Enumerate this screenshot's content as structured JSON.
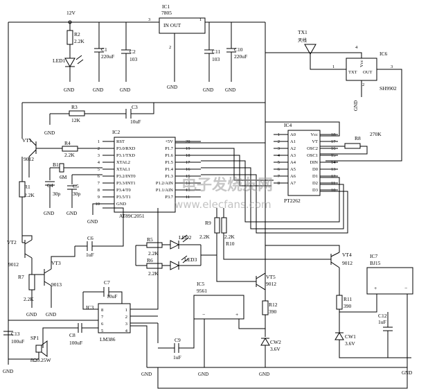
{
  "supply": {
    "v12": "12V"
  },
  "ic1": {
    "ref": "IC1",
    "part": "7805",
    "pins": "IN OUT",
    "pin_in": "3",
    "pin_out": "1",
    "pin_gnd": "2"
  },
  "caps_top": {
    "c1_ref": "C1",
    "c1_val": "220uF",
    "c2_ref": "C2",
    "c2_val": "103",
    "c11_ref": "C11",
    "c11_val": "103",
    "c10_ref": "C10",
    "c10_val": "220uF"
  },
  "r2": {
    "ref": "R2",
    "val": "2.2K"
  },
  "led1": {
    "ref": "LED1"
  },
  "gnd": "GND",
  "tx1": {
    "ref": "TX1",
    "label": "天线"
  },
  "ic6": {
    "ref": "IC6",
    "part": "SH9902",
    "vcc": "Vcc",
    "txt": "TXT",
    "out": "OUT",
    "pin1": "1",
    "pin2": "2",
    "pin3": "3",
    "pin4": "4"
  },
  "r3": {
    "ref": "R3",
    "val": "12K"
  },
  "c3": {
    "ref": "C3",
    "val": "10uF"
  },
  "ic4": {
    "ref": "IC4",
    "part": "PT2262",
    "left_pins": [
      "A0",
      "A1",
      "A2",
      "A3",
      "A4",
      "A5",
      "A6",
      "A7"
    ],
    "right_pins": [
      "Vcc",
      "VT",
      "OSC2",
      "OSC1",
      "DIN",
      "D0",
      "D1",
      "D2",
      "D3"
    ],
    "left_nums": [
      "1",
      "2",
      "3",
      "4",
      "5",
      "6",
      "7",
      "8"
    ],
    "right_nums": [
      "18",
      "17",
      "16",
      "15",
      "14",
      "13",
      "12",
      "11",
      "10"
    ]
  },
  "r8": {
    "ref": "R8",
    "val": "270K"
  },
  "vt1": {
    "ref": "VT1",
    "part": "9012"
  },
  "r4": {
    "ref": "R4",
    "val": "2.2K"
  },
  "ic2": {
    "ref": "IC2",
    "part": "AT89C2051",
    "left_pins": [
      "RST",
      "P3.0/RXD",
      "P3.1/TXD",
      "XTAL2",
      "XTAL1",
      "P3.2/INT0",
      "P3.3/INT1",
      "P3.4/T0",
      "P3.5/T1",
      "GND"
    ],
    "left_nums": [
      "1",
      "2",
      "3",
      "4",
      "5",
      "6",
      "7",
      "8",
      "9",
      "10"
    ],
    "right_pins": [
      "+5V",
      "P1.7",
      "P1.6",
      "P1.5",
      "P1.4",
      "P1.3",
      "P1.2/AIN",
      "P1.1/AIN",
      "P3.7"
    ],
    "right_nums": [
      "20",
      "19",
      "18",
      "17",
      "16",
      "15",
      "14",
      "13",
      "11"
    ]
  },
  "b1": {
    "ref": "B1",
    "val": "6M"
  },
  "c4": {
    "ref": "C4",
    "val": "30p"
  },
  "c5": {
    "ref": "C5",
    "val": "30p"
  },
  "r1": {
    "ref": "R1",
    "val": "2.2K"
  },
  "r9": {
    "ref": "R9",
    "val": "2.2K"
  },
  "r10": {
    "ref": "R10",
    "val": "2.2K"
  },
  "c6": {
    "ref": "C6",
    "val": "1uF"
  },
  "r5": {
    "ref": "R5",
    "val": "2.2K"
  },
  "r6": {
    "ref": "R6",
    "val": "2.2K"
  },
  "led2": {
    "ref": "LED2"
  },
  "led3": {
    "ref": "LED3"
  },
  "vt2": {
    "ref": "VT2",
    "part": "9012"
  },
  "vt3": {
    "ref": "VT3",
    "part": "9013"
  },
  "r7": {
    "ref": "R7",
    "val": "2.2K"
  },
  "vt4": {
    "ref": "VT4",
    "part": "9012"
  },
  "vt5": {
    "ref": "VT5",
    "part": "9012"
  },
  "ic7": {
    "ref": "IC7",
    "part": "BJ15",
    "plus": "+",
    "minus": "−"
  },
  "ic5": {
    "ref": "IC5",
    "part": "9561",
    "minus": "−",
    "plus": "+"
  },
  "r11": {
    "ref": "R11",
    "val": "390"
  },
  "r12": {
    "ref": "R12",
    "val": "390"
  },
  "c12": {
    "ref": "C12",
    "val": "1uF"
  },
  "cw1": {
    "ref": "CW1",
    "val": "3.6V"
  },
  "cw2": {
    "ref": "CW2",
    "val": "3.6V"
  },
  "c7": {
    "ref": "C7",
    "val": "10uF"
  },
  "ic3": {
    "ref": "IC3",
    "part": "LM386",
    "pins_left": [
      "8",
      "7",
      "6",
      "5"
    ],
    "pins_right": [
      "1",
      "2",
      "3",
      "4"
    ]
  },
  "c13": {
    "ref": "C13",
    "val": "100uF"
  },
  "c8": {
    "ref": "C8",
    "val": "100uF"
  },
  "sp1": {
    "ref": "SP1",
    "val": "8Ω0.25W"
  },
  "c9": {
    "ref": "C9",
    "val": "1uF"
  },
  "watermark": {
    "text": "电子发烧友网",
    "url": "www.elecfans.com"
  }
}
